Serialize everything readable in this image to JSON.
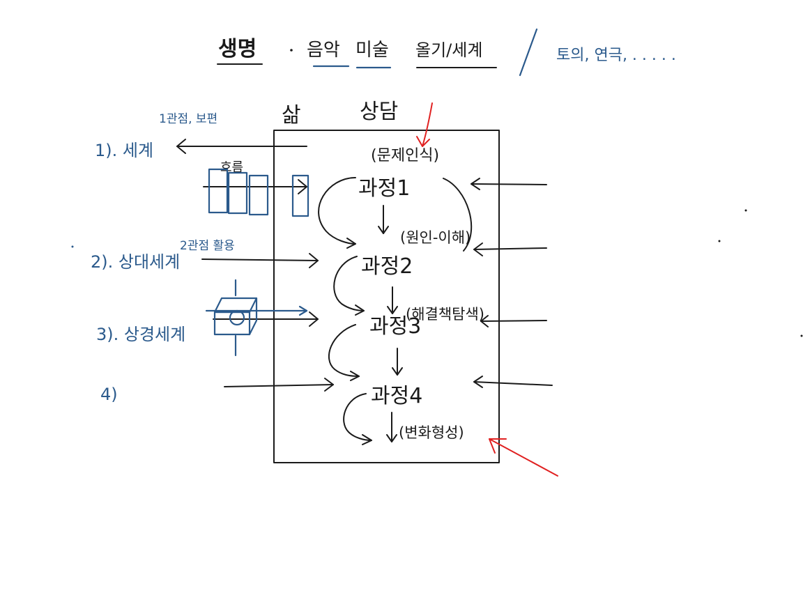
{
  "header": {
    "items_black": [
      "생명",
      "음악",
      "미술",
      "올기/세계"
    ],
    "separator_text": "토의, 연극, . . . . ."
  },
  "columns": {
    "left_label": "삶",
    "right_label": "상담"
  },
  "process": {
    "note_top": "(문제인식)",
    "step1": "과정1",
    "note_1": "(원인-이해)",
    "step2": "과정2",
    "note_2": "(해결책탐색)",
    "step3": "과정3",
    "step4": "과정4",
    "note_bottom": "(변화형성)"
  },
  "side_labels": {
    "item1": "1). 세계",
    "item1_note": "1관점, 보편",
    "item1_flow": "흐름",
    "item2": "2). 상대세계",
    "item2_note": "2관점 활용",
    "item3": "3). 상경세계",
    "item4": "4)"
  },
  "colors": {
    "black_ink": "#1a1a1a",
    "blue_ink": "#2b5a8c",
    "red_ink": "#e02020",
    "background": "#ffffff"
  }
}
